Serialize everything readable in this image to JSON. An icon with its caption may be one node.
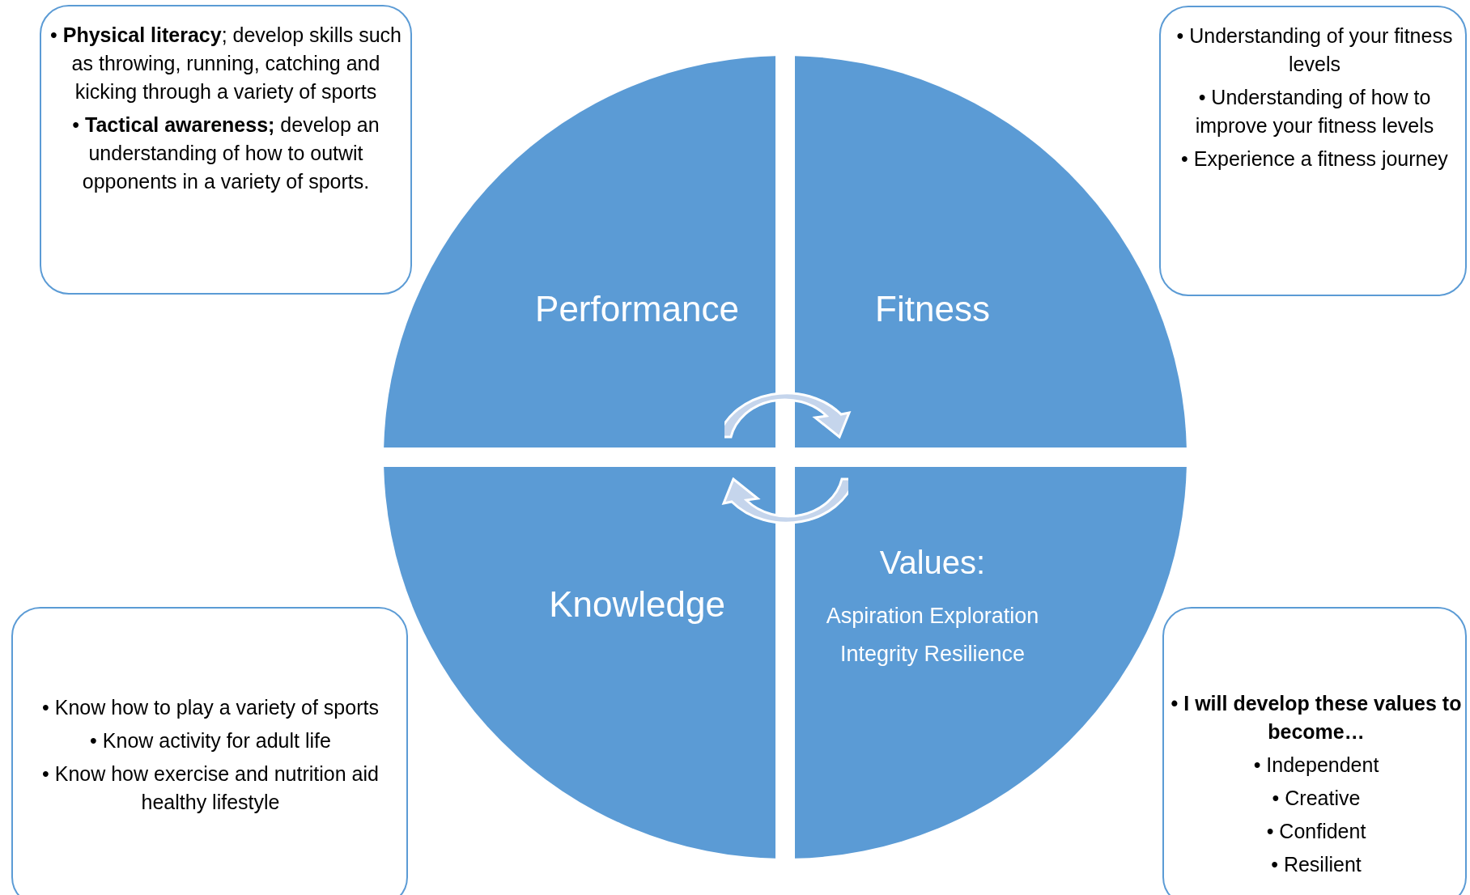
{
  "diagram": {
    "nodes": [
      {
        "text": [
          "• **Physical literacy**; develop skills such as throwing, running, catching and kicking through a variety of sports",
          "• **Tactical awareness;** develop an understanding of how to outwit opponents in a variety of sports."
        ]
      },
      {
        "text": [
          "• Understanding of your fitness levels",
          "• Understanding of how to improve your fitness levels",
          "• Experience a fitness journey"
        ]
      },
      {
        "text": [
          "• Know how to play a variety of sports",
          "• Know activity for adult life",
          "• Know how exercise and nutrition aid healthy lifestyle"
        ]
      },
      {
        "text": [
          "• I will develop these values to become…",
          "• Independent",
          "• Creative",
          "• Confident",
          "• Resilient"
        ]
      },
      {
        "text": [
          "Performance"
        ]
      },
      {
        "text": [
          "Fitness"
        ]
      },
      {
        "text": [
          "Knowledge"
        ]
      },
      {
        "text": [
          "Values:",
          "Aspiration Exploration",
          "Integrity Resilience"
        ]
      }
    ],
    "edges": []
  }
}
